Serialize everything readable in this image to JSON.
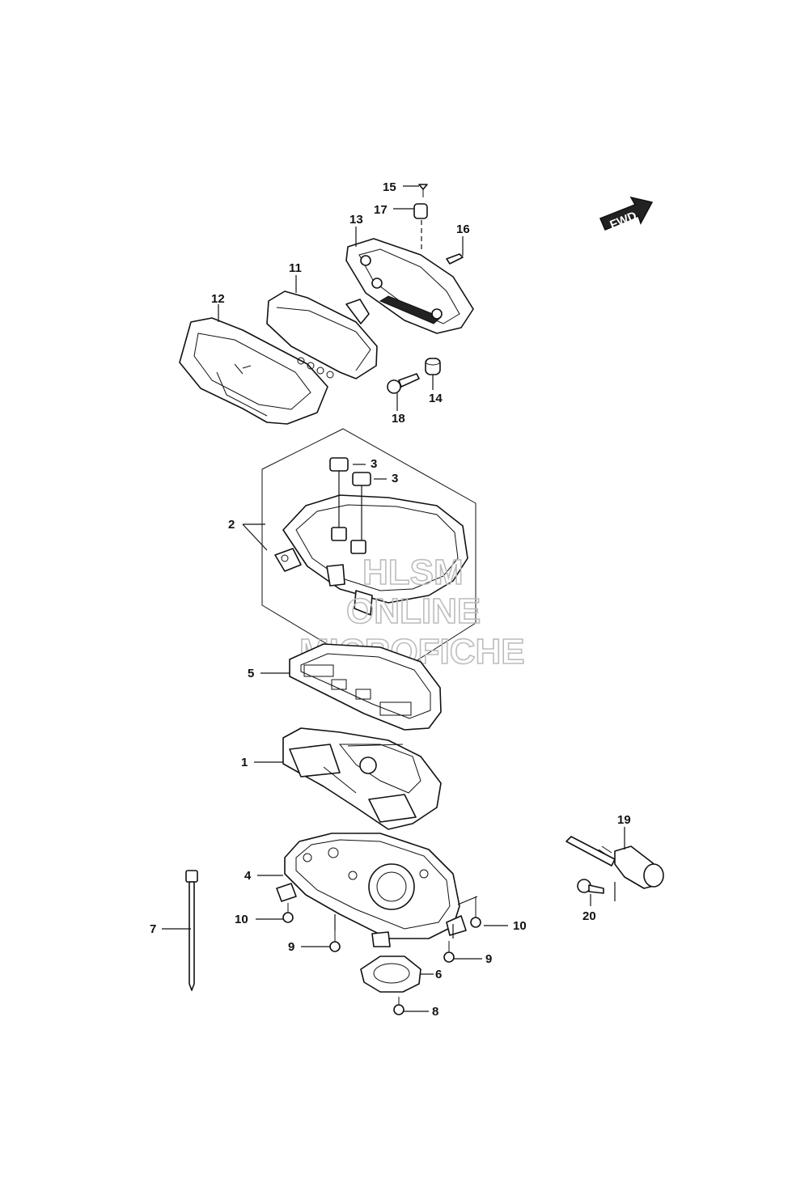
{
  "callouts": {
    "c1": "1",
    "c2": "2",
    "c3a": "3",
    "c3b": "3",
    "c4": "4",
    "c5": "5",
    "c6": "6",
    "c7": "7",
    "c8": "8",
    "c9a": "9",
    "c9b": "9",
    "c10a": "10",
    "c10b": "10",
    "c11": "11",
    "c12": "12",
    "c13": "13",
    "c14": "14",
    "c15": "15",
    "c16": "16",
    "c17": "17",
    "c18": "18",
    "c19": "19",
    "c20": "20"
  },
  "direction_badge": "FWD",
  "watermark": {
    "line1": "HLSM",
    "line2": "ONLINE",
    "line3": "MICROFICHE"
  }
}
